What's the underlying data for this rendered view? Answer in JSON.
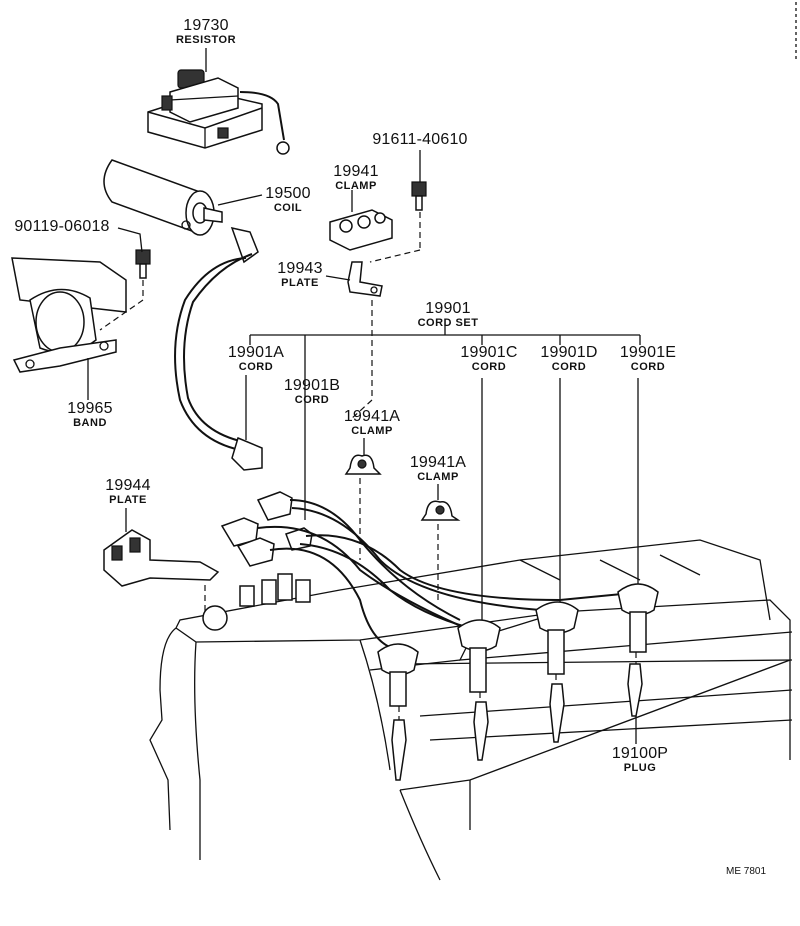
{
  "labels": {
    "resistor": {
      "number": "19730",
      "name": "RESISTOR"
    },
    "bolt": {
      "number": "91611-40610",
      "name": ""
    },
    "clamp": {
      "number": "19941",
      "name": "CLAMP"
    },
    "coil": {
      "number": "19500",
      "name": "COIL"
    },
    "bolt2": {
      "number": "90119-06018",
      "name": ""
    },
    "plate": {
      "number": "19943",
      "name": "PLATE"
    },
    "cordset": {
      "number": "19901",
      "name": "CORD SET"
    },
    "cordA": {
      "number": "19901A",
      "name": "CORD"
    },
    "cordB": {
      "number": "19901B",
      "name": "CORD"
    },
    "cordC": {
      "number": "19901C",
      "name": "CORD"
    },
    "cordD": {
      "number": "19901D",
      "name": "CORD"
    },
    "cordE": {
      "number": "19901E",
      "name": "CORD"
    },
    "band": {
      "number": "19965",
      "name": "BAND"
    },
    "clampA1": {
      "number": "19941A",
      "name": "CLAMP"
    },
    "clampA2": {
      "number": "19941A",
      "name": "CLAMP"
    },
    "plate2": {
      "number": "19944",
      "name": "PLATE"
    },
    "plug": {
      "number": "19100P",
      "name": "PLUG"
    }
  },
  "reference_code": "ME 7801"
}
